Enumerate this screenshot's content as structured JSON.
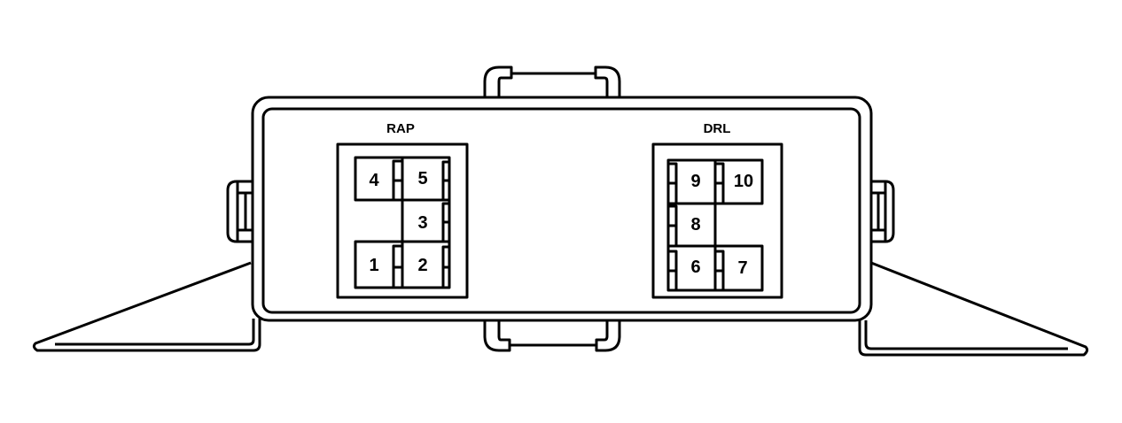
{
  "diagram": {
    "type": "relay-center-connector-face-view",
    "colors": {
      "line": "#000000",
      "background": "#ffffff"
    }
  },
  "connectors": [
    {
      "name": "RAP",
      "label": "RAP",
      "cavities": [
        {
          "id": "4",
          "label": "4"
        },
        {
          "id": "5",
          "label": "5"
        },
        {
          "id": "3",
          "label": "3"
        },
        {
          "id": "1",
          "label": "1"
        },
        {
          "id": "2",
          "label": "2"
        }
      ]
    },
    {
      "name": "DRL",
      "label": "DRL",
      "cavities": [
        {
          "id": "9",
          "label": "9"
        },
        {
          "id": "10",
          "label": "10"
        },
        {
          "id": "8",
          "label": "8"
        },
        {
          "id": "6",
          "label": "6"
        },
        {
          "id": "7",
          "label": "7"
        }
      ]
    }
  ]
}
